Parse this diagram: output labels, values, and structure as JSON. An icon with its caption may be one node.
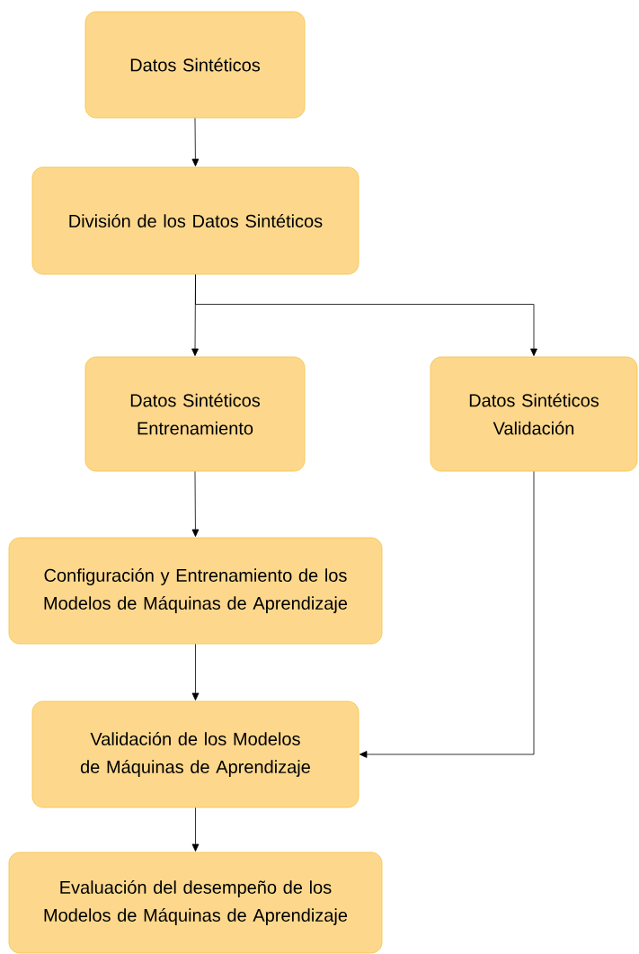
{
  "diagram": {
    "nodes": [
      {
        "text": [
          "Datos Sintéticos"
        ]
      },
      {
        "text": [
          "División de los Datos Sintéticos"
        ]
      },
      {
        "text": [
          "Datos Sintéticos Entrenamiento"
        ]
      },
      {
        "text": [
          "Datos Sintéticos Validación"
        ]
      },
      {
        "text": [
          "Configuración y Entrenamiento de los Modelos de Máquinas de Aprendizaje"
        ]
      },
      {
        "text": [
          "Validación de los Modelos de Máquinas de Aprendizaje"
        ]
      },
      {
        "text": [
          "Evaluación del desempeño de los Modelos de Máquinas de Aprendizaje"
        ]
      }
    ],
    "edges": [
      {
        "from": 0,
        "to": 1,
        "arrow": "to"
      },
      {
        "from": 1,
        "to": 2,
        "arrow": "to"
      },
      {
        "from": 1,
        "to": 3,
        "arrow": "to"
      },
      {
        "from": 2,
        "to": 4,
        "arrow": "to"
      },
      {
        "from": 4,
        "to": 5,
        "arrow": "to"
      },
      {
        "from": 3,
        "to": 5,
        "arrow": "to"
      },
      {
        "from": 5,
        "to": 6,
        "arrow": "to"
      }
    ]
  }
}
